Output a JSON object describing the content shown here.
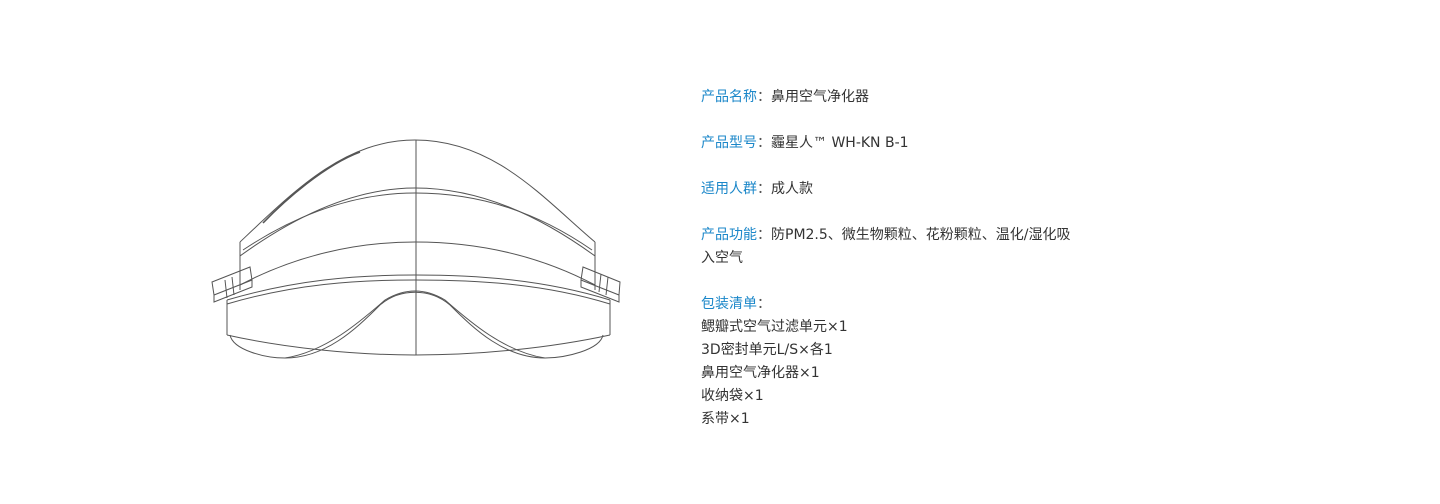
{
  "product_image": {
    "icon": "nasal-air-purifier-line-drawing"
  },
  "specs": {
    "name": {
      "label": "产品名称",
      "sep": "：",
      "value": "鼻用空气净化器"
    },
    "model": {
      "label": "产品型号",
      "sep": "：",
      "value": "霾星人™ WH-KN B-1"
    },
    "audience": {
      "label": "适用人群",
      "sep": "：",
      "value": "成人款"
    },
    "function": {
      "label": "产品功能",
      "sep": "：",
      "value": "防PM2.5、微生物颗粒、花粉颗粒、温化/湿化吸入空气"
    },
    "package": {
      "label": "包装清单",
      "sep": "：",
      "items": [
        "鳃瓣式空气过滤单元×1",
        "3D密封单元L/S×各1",
        "鼻用空气净化器×1",
        "收纳袋×1",
        "系带×1"
      ]
    }
  },
  "colors": {
    "label": "#1b87c9",
    "text": "#333333",
    "line": "#555555"
  }
}
